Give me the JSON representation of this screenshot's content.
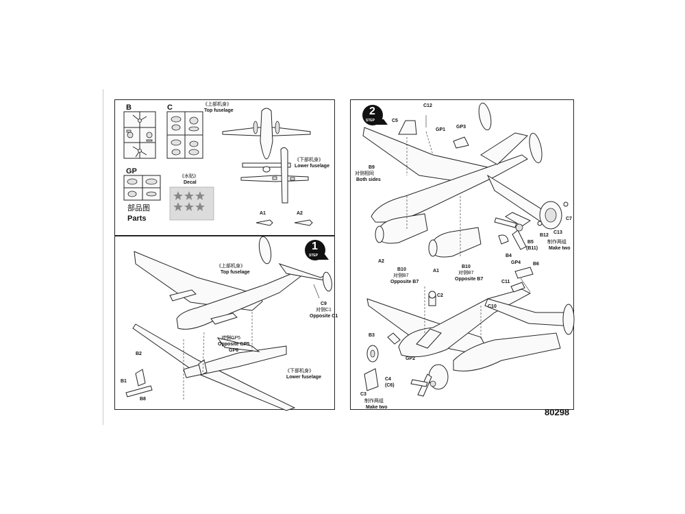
{
  "page_number": "80298",
  "parts_panel": {
    "sprue_b_label": "B",
    "sprue_c_label": "C",
    "sprue_gp_label": "GP",
    "parts_title_cn": "部品图",
    "parts_title_en": "Parts",
    "decal_title_cn": "《水贴》",
    "decal_title_en": "Decal",
    "top_fuselage_cn": "《上部机身》",
    "top_fuselage_en": "Top fuselage",
    "lower_fuselage_cn": "《下部机身》",
    "lower_fuselage_en": "Lower fuselage",
    "part_a1": "A1",
    "part_a2": "A2"
  },
  "step1": {
    "step_word": "STEP",
    "step_number": "1",
    "top_fuselage_cn": "《上部机身》",
    "top_fuselage_en": "Top fuselage",
    "lower_fuselage_cn": "《下部机身》",
    "lower_fuselage_en": "Lower fuselage",
    "part_c9": "C9",
    "c9_opposite_cn": "对侧C1",
    "c9_opposite_en": "Opposite C1",
    "gp5_opposite_cn": "对侧GP5",
    "gp5_opposite_en": "Opposite GP5",
    "part_gp6": "GP6",
    "part_b2": "B2",
    "part_b1": "B1",
    "part_b8": "B8"
  },
  "step2": {
    "step_word": "STEP",
    "step_number": "2",
    "part_c12": "C12",
    "part_c5": "C5",
    "part_gp1": "GP1",
    "part_gp3": "GP3",
    "part_b9": "B9",
    "both_sides_cn": "对侧相同",
    "both_sides_en": "Both sides",
    "part_a2": "A2",
    "part_b10": "B10",
    "b10_opposite_cn": "对侧B7",
    "b10_opposite_en": "Opposite B7",
    "part_a1": "A1",
    "part_b10b": "B10",
    "b10b_opposite_cn": "对侧B7",
    "b10b_opposite_en": "Opposite B7",
    "part_c7": "C7",
    "part_c13": "C13",
    "part_b12": "B12",
    "part_b5": "B5",
    "part_b11": "(B11)",
    "make_two_cn": "制作两组",
    "make_two_en": "Make two",
    "part_b4": "B4",
    "part_b6": "B6",
    "part_gp4": "GP4",
    "part_c11": "C11",
    "part_c2": "C2",
    "part_c10": "C10",
    "part_b3": "B3",
    "part_gp2": "GP2",
    "part_c4": "C4",
    "part_c6": "(C6)",
    "part_c3": "C3",
    "make_two2_cn": "制作两组",
    "make_two2_en": "Make two"
  }
}
